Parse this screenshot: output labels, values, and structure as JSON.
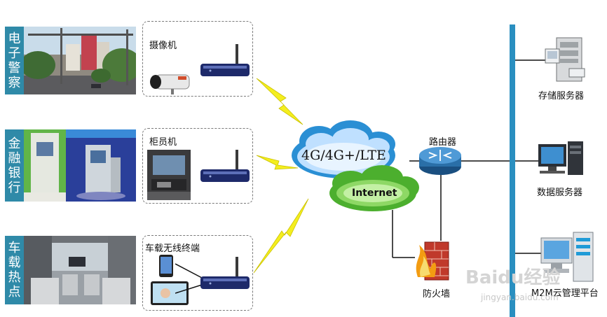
{
  "scenarios": [
    {
      "label_chars": [
        "电",
        "子",
        "警",
        "察"
      ],
      "device_label": "摄像机"
    },
    {
      "label_chars": [
        "金",
        "融",
        "银",
        "行"
      ],
      "device_label": "柜员机"
    },
    {
      "label_chars": [
        "车",
        "载",
        "热",
        "点"
      ],
      "device_label": "车载无线终端"
    }
  ],
  "network": {
    "cloud_label": "4G/4G+/LTE",
    "internet_label": "Internet",
    "router_label": "路由器",
    "firewall_label": "防火墙"
  },
  "servers": {
    "storage_label": "存储服务器",
    "data_label": "数据服务器",
    "cloud_platform_label": "M2M云管理平台"
  },
  "watermark": {
    "logo_text": "Baidu经验",
    "url_text": "jingyan.baidu.com"
  },
  "colors": {
    "sidebar": "#2f8aa8",
    "bus": "#2a8fc0",
    "lightning": "#f4ee1e",
    "cloud_blue": "#2a8fd4",
    "cloud_green": "#4caf2e",
    "router": "#2a6fa8"
  }
}
